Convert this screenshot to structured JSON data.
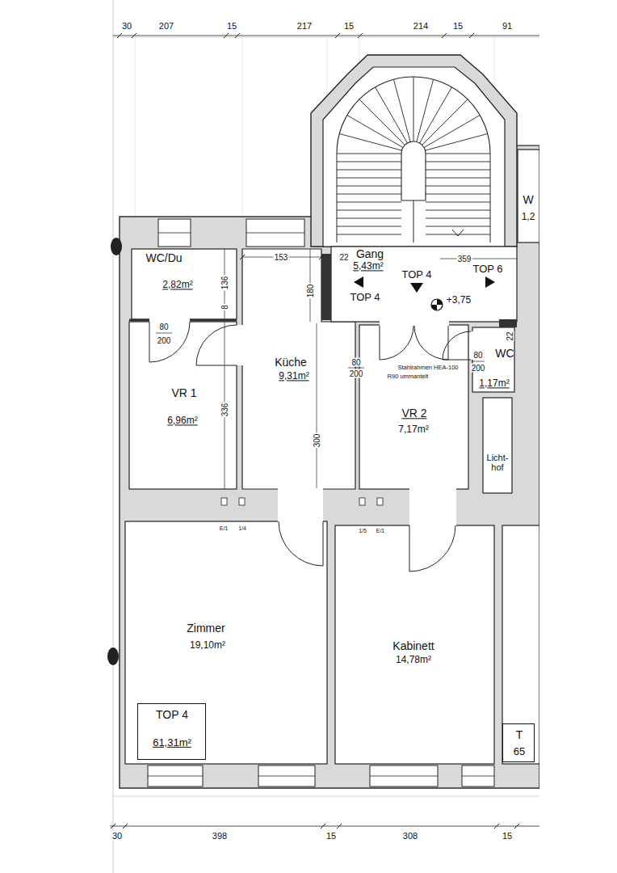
{
  "diagram": {
    "nodes": [
      {
        "text": [
          "W",
          "1,2"
        ]
      },
      {
        "text": [
          "WC/Du",
          "2,82m²"
        ]
      },
      {
        "text": [
          "Gang",
          "5,43m²"
        ]
      },
      {
        "text": [
          "Küche",
          "9,31m²"
        ]
      },
      {
        "text": [
          "VR 1",
          "6,96m²"
        ]
      },
      {
        "text": [
          "VR 2",
          "7,17m²"
        ]
      },
      {
        "text": [
          "WC",
          "1,17m²"
        ]
      },
      {
        "text": [
          "Licht- hof"
        ]
      },
      {
        "text": [
          "Zimmer",
          "19,10m²"
        ]
      },
      {
        "text": [
          "TOP 4",
          "61,31m²"
        ],
        "in": 8
      },
      {
        "text": [
          "Kabinett",
          "14,78m²"
        ]
      },
      {
        "text": [
          "T",
          "65"
        ]
      }
    ],
    "labels": [
      "30",
      "207",
      "15",
      "217",
      "15",
      "214",
      "15",
      "91",
      "153",
      "22",
      "136",
      "8",
      "80",
      "200",
      "180",
      "TOP 4",
      "TOP 4",
      "TOP 6",
      "+3,75",
      "359",
      "22",
      "336",
      "300",
      "80",
      "200",
      "Stahlrahmen HEA-100",
      "R90 ummantelt",
      "80",
      "200",
      "E/1",
      "1/4",
      "1/5",
      "E/1",
      "30",
      "398",
      "15",
      "308",
      "15"
    ]
  }
}
